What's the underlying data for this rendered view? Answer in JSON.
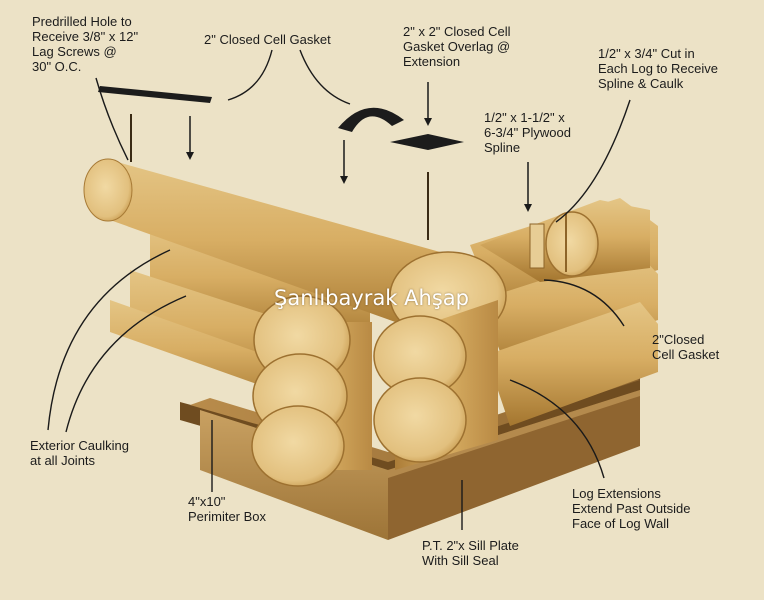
{
  "callouts": {
    "predrilled_hole": "Predrilled Hole to\nReceive 3/8\" x 12\"\nLag Screws @\n30\" O.C.",
    "closed_cell_gasket_top": "2\" Closed Cell Gasket",
    "gasket_overlap": "2\" x 2\" Closed Cell\nGasket Overlag @\nExtension",
    "cut_in_log": "1/2\" x 3/4\" Cut in\nEach Log to Receive\nSpline & Caulk",
    "plywood_spline": "1/2\" x 1-1/2\" x\n6-3/4\" Plywood\nSpline",
    "closed_cell_gasket_right": "2\"Closed\nCell Gasket",
    "exterior_caulking": "Exterior Caulking\nat all Joints",
    "perimeter_box": "4\"x10\"\nPerimiter Box",
    "sill_plate": "P.T. 2\"x Sill Plate\nWith Sill Seal",
    "log_extensions": "Log Extensions\nExtend Past Outside\nFace of Log Wall"
  },
  "watermark": "Şanlıbayrak Ahşap",
  "colors": {
    "background": "#ece2c6",
    "log_wood": "#d9b26a",
    "log_shadow": "#a77a35",
    "log_end": "#e6c88b",
    "gasket": "#1c1c1c",
    "leader_lines": "#1a1a1a"
  }
}
